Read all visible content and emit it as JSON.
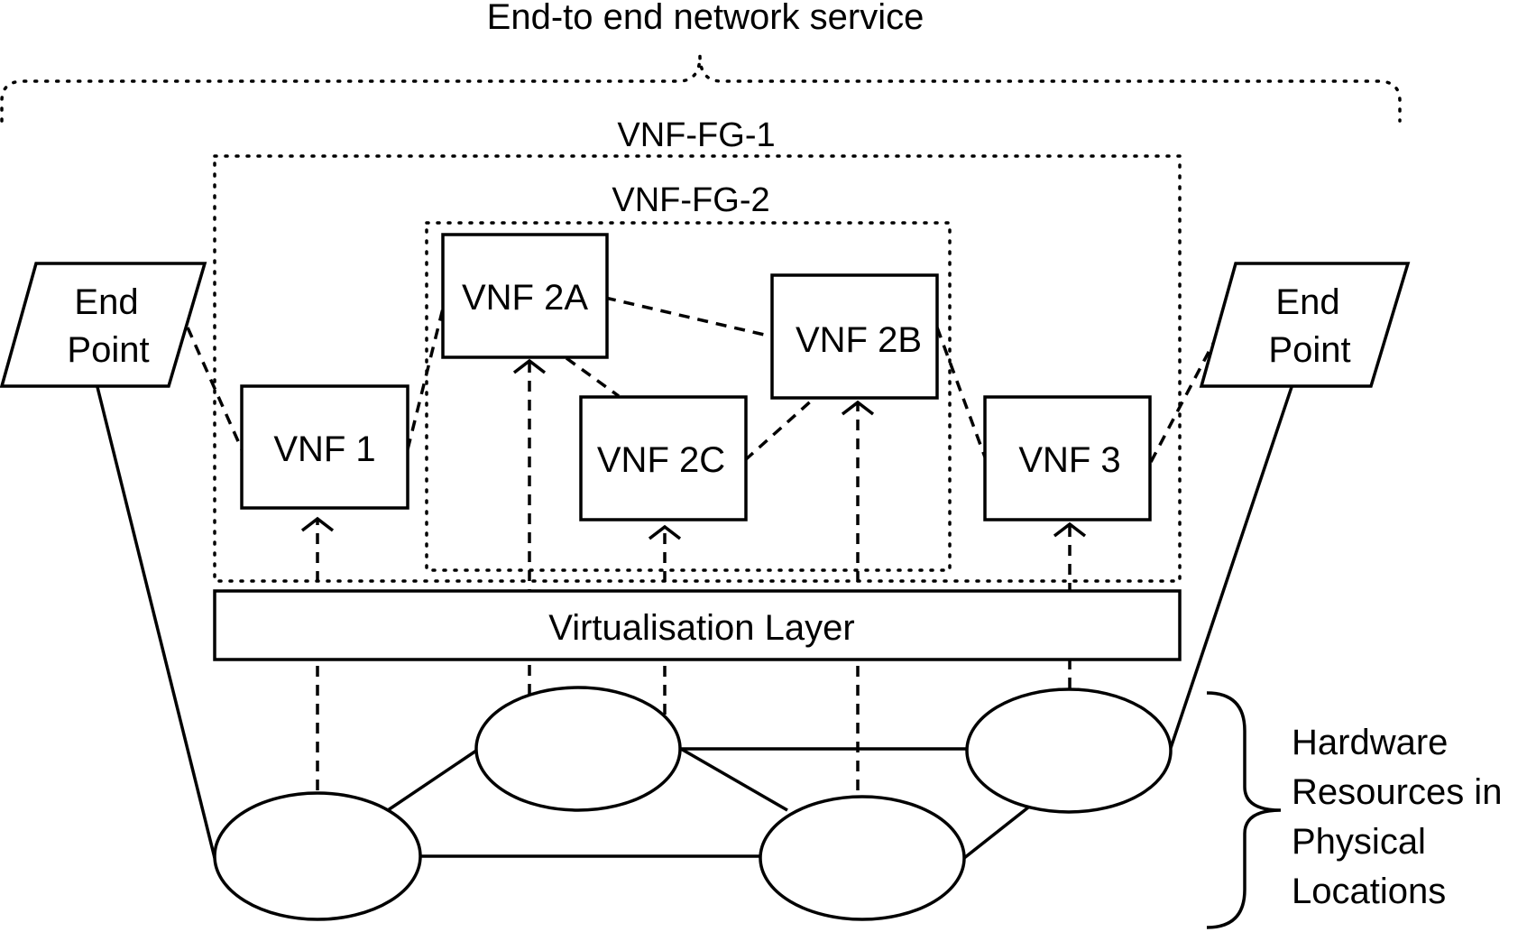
{
  "diagram": {
    "service_label": "End-to end network service",
    "fg1_label": "VNF-FG-1",
    "fg2_label": "VNF-FG-2",
    "endpoint_left": {
      "line1": "End",
      "line2": "Point"
    },
    "endpoint_right": {
      "line1": "End",
      "line2": "Point"
    },
    "vnfs": {
      "vnf1": "VNF 1",
      "vnf2a": "VNF 2A",
      "vnf2b": "VNF 2B",
      "vnf2c": "VNF 2C",
      "vnf3": "VNF 3"
    },
    "virtualisation_layer": "Virtualisation Layer",
    "hardware_label": {
      "line1": "Hardware",
      "line2": "Resources in",
      "line3": "Physical",
      "line4": "Locations"
    }
  }
}
